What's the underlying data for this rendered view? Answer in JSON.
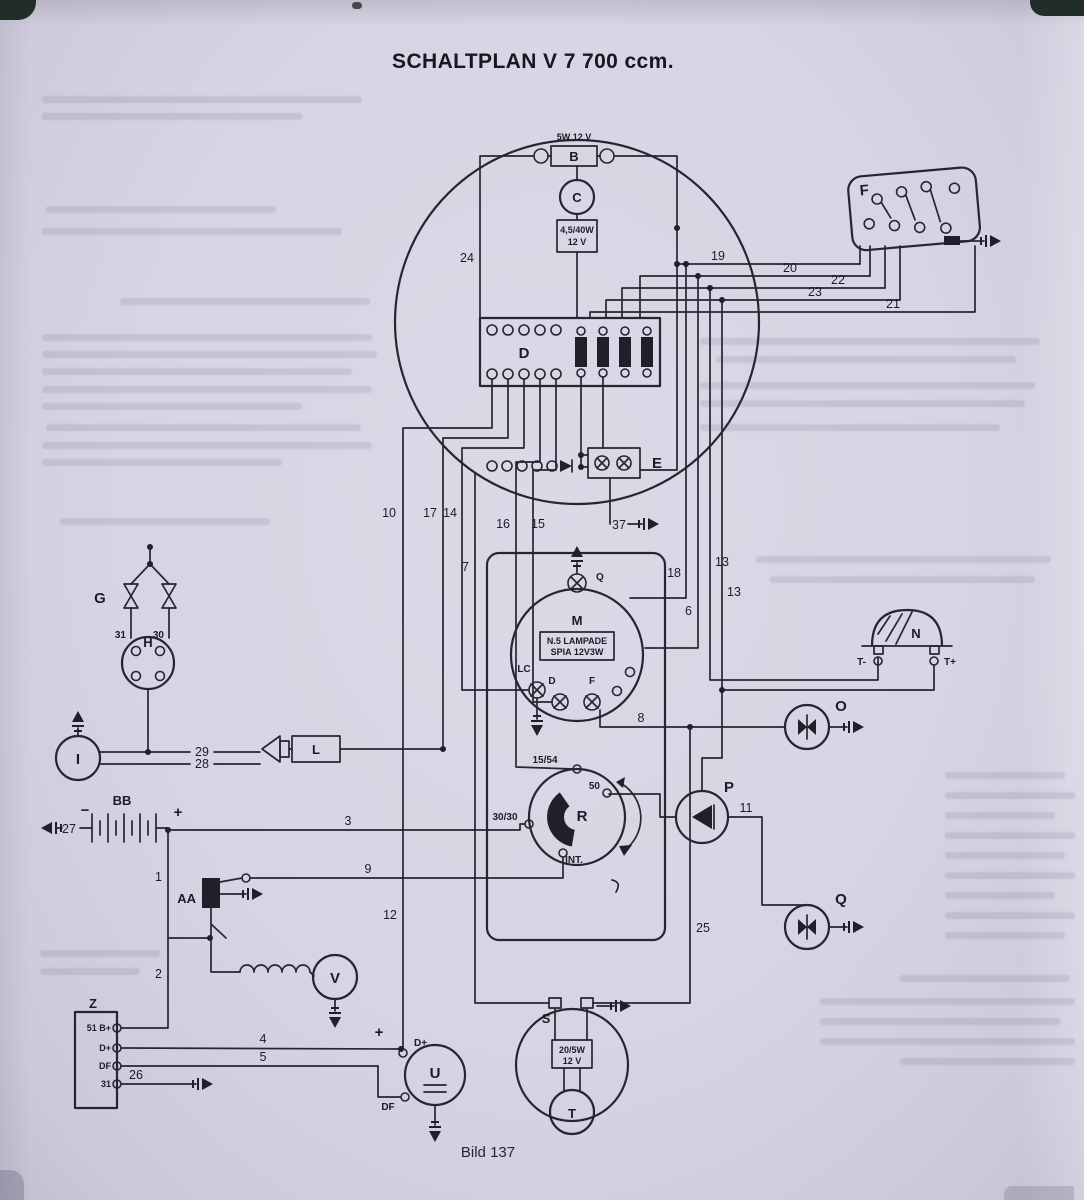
{
  "page": {
    "title": "SCHALTPLAN V 7 700 ccm.",
    "caption": "Bild 137"
  },
  "components": {
    "B": {
      "label": "B",
      "note": "5W 12 V"
    },
    "C": {
      "label": "C",
      "r1": "4,5/40W",
      "r2": "12 V"
    },
    "D": {
      "label": "D"
    },
    "E": {
      "label": "E"
    },
    "F": {
      "label": "F"
    },
    "G": {
      "label": "G",
      "t31": "31",
      "t30": "30"
    },
    "H": {
      "label": "H"
    },
    "I": {
      "label": "I"
    },
    "L": {
      "label": "L"
    },
    "M": {
      "label": "M",
      "l1": "N.5 LAMPADE",
      "l2": "SPIA 12V3W",
      "lq": "Q",
      "llc": "LC",
      "ld": "D",
      "lf": "F"
    },
    "N": {
      "label": "N",
      "tm": "T-",
      "tp": "T+"
    },
    "O": {
      "label": "O"
    },
    "P": {
      "label": "P"
    },
    "Q": {
      "label": "Q"
    },
    "R": {
      "label": "R",
      "t1554": "15/54",
      "t50": "50",
      "t3030": "30/30",
      "tint": "INT."
    },
    "S": {
      "label": "S",
      "r1": "20/5W",
      "r2": "12 V"
    },
    "T": {
      "label": "T"
    },
    "U": {
      "label": "U",
      "dp": "D+",
      "df": "DF",
      "plus": "+"
    },
    "V": {
      "label": "V"
    },
    "Z": {
      "label": "Z",
      "t51": "51 B+",
      "tdp": "D+",
      "tdf": "DF",
      "t31": "31"
    },
    "AA": {
      "label": "AA"
    },
    "BB": {
      "label": "BB",
      "plus": "+",
      "minus": "−"
    }
  },
  "wires": {
    "n1": "1",
    "n2": "2",
    "n3": "3",
    "n4": "4",
    "n5": "5",
    "n6": "6",
    "n7": "7",
    "n8": "8",
    "n9": "9",
    "n10": "10",
    "n11": "11",
    "n12": "12",
    "n13a": "13",
    "n13b": "13",
    "n14": "14",
    "n15": "15",
    "n16": "16",
    "n17": "17",
    "n18": "18",
    "n19": "19",
    "n20": "20",
    "n21": "21",
    "n22": "22",
    "n23": "23",
    "n24": "24",
    "n25": "25",
    "n26": "26",
    "n27": "27",
    "n28": "28",
    "n29": "29",
    "n37": "37"
  }
}
